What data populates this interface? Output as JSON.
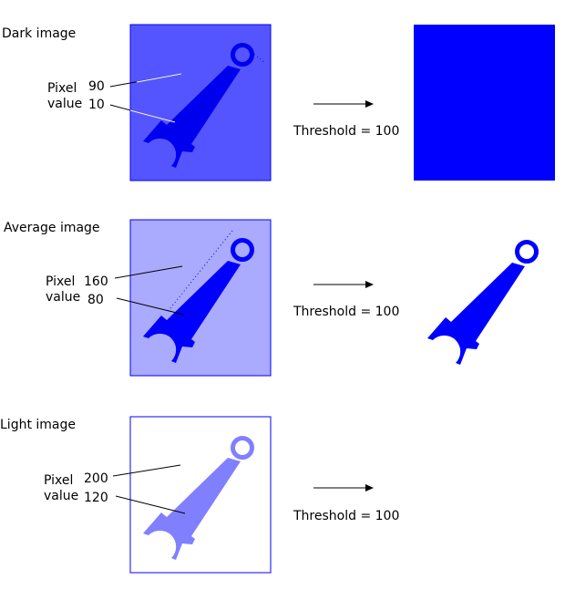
{
  "rows": [
    {
      "title": "Dark image",
      "pixel_label_1": "Pixel",
      "pixel_label_2": "value",
      "bg_value": "90",
      "obj_value": "10",
      "threshold_text": "Threshold = 100",
      "bg_color": "#5555ff",
      "obj_color": "#0000ff",
      "line_color": "#ffffff"
    },
    {
      "title": "Average image",
      "pixel_label_1": "Pixel",
      "pixel_label_2": "value",
      "bg_value": "160",
      "obj_value": "80",
      "threshold_text": "Threshold = 100",
      "bg_color": "#aaaaff",
      "obj_color": "#0000ff",
      "line_color": "#000000"
    },
    {
      "title": "Light image",
      "pixel_label_1": "Pixel",
      "pixel_label_2": "value",
      "bg_value": "200",
      "obj_value": "120",
      "threshold_text": "Threshold = 100",
      "bg_color": "#ffffff",
      "obj_color": "#8080ff",
      "line_color": "#000000"
    }
  ],
  "results": [
    "all-blue",
    "wrench-only",
    "blank"
  ],
  "border_color": "#0000ff"
}
